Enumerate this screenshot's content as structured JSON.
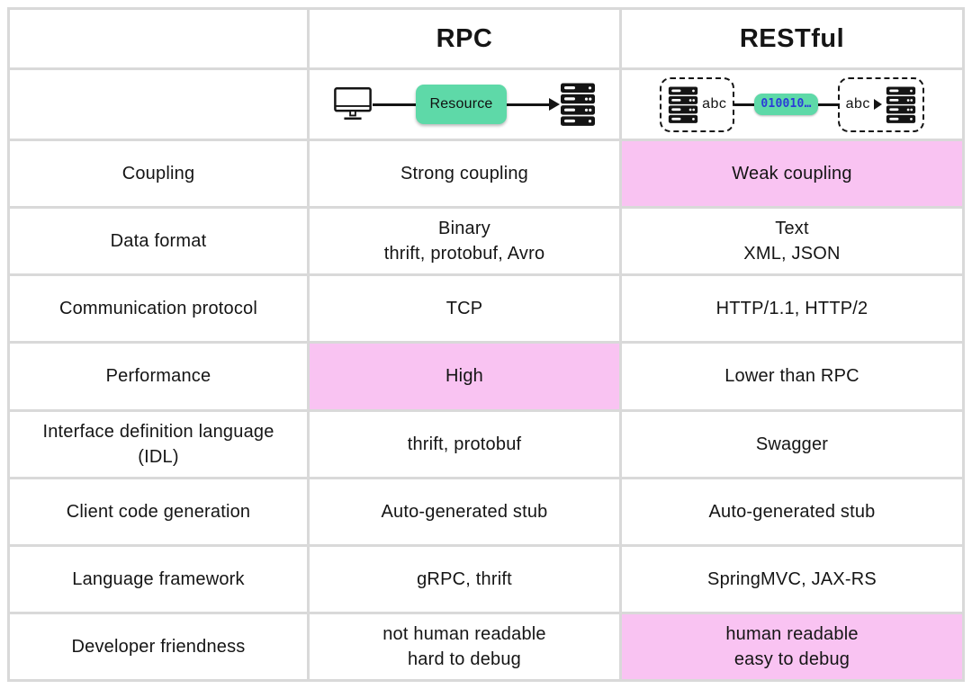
{
  "colors": {
    "grid": "#d9d9d9",
    "highlight": "#f9c3f2",
    "green": "#5ed9a8",
    "payload": "#2b3cd8",
    "ink": "#141414"
  },
  "table": {
    "header": {
      "rpc": "RPC",
      "restful": "RESTful"
    },
    "rows": [
      {
        "label": [
          "Coupling"
        ],
        "rpc": {
          "lines": [
            "Strong coupling"
          ]
        },
        "restful": {
          "lines": [
            "Weak coupling"
          ]
        }
      },
      {
        "label": [
          "Data format"
        ],
        "rpc": {
          "lines": [
            "Binary",
            "thrift, protobuf, Avro"
          ]
        },
        "restful": {
          "lines": [
            "Text",
            "XML, JSON"
          ]
        }
      },
      {
        "label": [
          "Communication protocol"
        ],
        "rpc": {
          "lines": [
            "TCP"
          ]
        },
        "restful": {
          "lines": [
            "HTTP/1.1, HTTP/2"
          ]
        }
      },
      {
        "label": [
          "Performance"
        ],
        "rpc": {
          "lines": [
            "High"
          ]
        },
        "restful": {
          "lines": [
            "Lower than RPC"
          ]
        }
      },
      {
        "label": [
          "Interface definition language",
          "(IDL)"
        ],
        "rpc": {
          "lines": [
            "thrift, protobuf"
          ]
        },
        "restful": {
          "lines": [
            "Swagger"
          ]
        }
      },
      {
        "label": [
          "Client code generation"
        ],
        "rpc": {
          "lines": [
            "Auto-generated stub"
          ]
        },
        "restful": {
          "lines": [
            "Auto-generated stub"
          ]
        }
      },
      {
        "label": [
          "Language framework"
        ],
        "rpc": {
          "lines": [
            "gRPC, thrift"
          ]
        },
        "restful": {
          "lines": [
            "SpringMVC, JAX-RS"
          ]
        }
      },
      {
        "label": [
          "Developer friendness"
        ],
        "rpc": {
          "lines": [
            "not human readable",
            "hard to debug"
          ]
        },
        "restful": {
          "lines": [
            "human readable",
            "easy to debug"
          ]
        }
      }
    ]
  },
  "diagrams": {
    "rpc": {
      "resource_label": "Resource"
    },
    "restful": {
      "left_label": "abc",
      "payload_label": "010010…",
      "right_label": "abc"
    }
  }
}
